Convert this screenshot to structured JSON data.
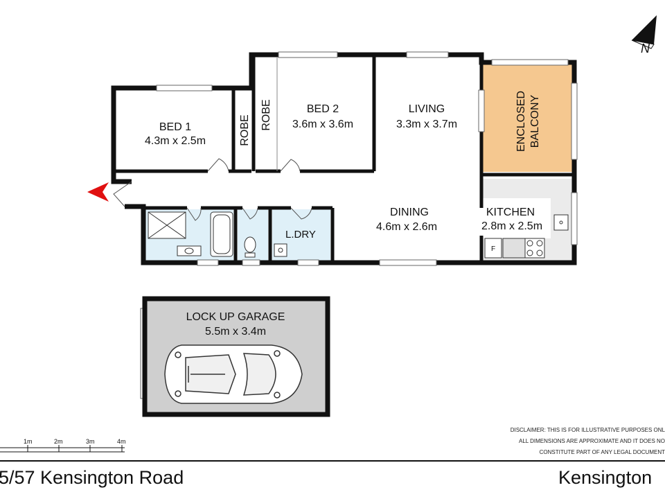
{
  "rooms": {
    "bed1": {
      "name": "BED 1",
      "size": "4.3m x 2.5m"
    },
    "robe1": {
      "name": "ROBE"
    },
    "robe2": {
      "name": "ROBE"
    },
    "bed2": {
      "name": "BED 2",
      "size": "3.6m x 3.6m"
    },
    "living": {
      "name": "LIVING",
      "size": "3.3m x 3.7m"
    },
    "balcony": {
      "line1": "ENCLOSED",
      "line2": "BALCONY"
    },
    "dining": {
      "name": "DINING",
      "size": "4.6m x 2.6m"
    },
    "kitchen": {
      "name": "KITCHEN",
      "size": "2.8m x 2.5m",
      "fridge": "F"
    },
    "laundry": {
      "name": "L.DRY"
    },
    "garage": {
      "name": "LOCK UP GARAGE",
      "size": "5.5m x 3.4m"
    }
  },
  "compass": {
    "label": "N"
  },
  "scale_bar": {
    "ticks": [
      "1m",
      "2m",
      "3m",
      "4m"
    ]
  },
  "disclaimer": {
    "line1": "DISCLAIMER: THIS IS FOR ILLUSTRATIVE PURPOSES ONL",
    "line2": "ALL DIMENSIONS ARE APPROXIMATE AND IT DOES NO",
    "line3": "CONSTITUTE PART OF ANY LEGAL DOCUMENT"
  },
  "footer": {
    "address": "5/57 Kensington Road",
    "suburb": "Kensington"
  },
  "colors": {
    "wall": "#111111",
    "wet_area": "#dff0f8",
    "balcony": "#f5c890",
    "kitchen": "#ebebeb",
    "garage": "#cfcfcf",
    "window": "#ffffff",
    "entry_arrow": "#e01010"
  }
}
